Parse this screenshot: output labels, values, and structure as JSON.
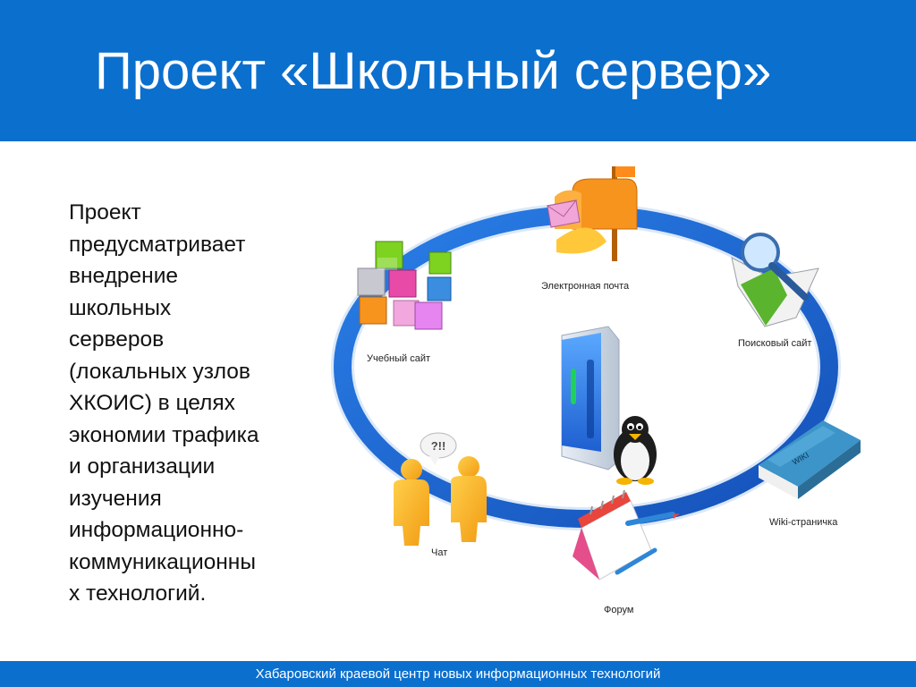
{
  "header": {
    "title": "Проект «Школьный сервер»"
  },
  "body": {
    "lines": [
      "Проект",
      "предусматривает",
      "внедрение",
      "школьных",
      "серверов",
      "(локальных узлов",
      "ХКОИС) в целях",
      "экономии трафика",
      "и организации",
      "изучения",
      "информационно-",
      "коммуникационны",
      "х технологий."
    ]
  },
  "diagram": {
    "nodes": {
      "email": {
        "label": "Электронная почта",
        "icon": "mailbox-icon"
      },
      "search": {
        "label": "Поисковый сайт",
        "icon": "magnifier-book-icon"
      },
      "wiki": {
        "label": "Wiki-страничка",
        "icon": "wiki-book-icon",
        "badge": "WIKI"
      },
      "forum": {
        "label": "Форум",
        "icon": "notepad-pencil-icon"
      },
      "chat": {
        "label": "Чат",
        "icon": "people-chat-icon",
        "bubble": "?!!"
      },
      "edu": {
        "label": "Учебный сайт",
        "icon": "cubes-icon"
      }
    },
    "center_icon": "server-penguin-icon",
    "ring_color": "#1a6ad6"
  },
  "footer": {
    "text": "Хабаровский краевой центр новых информационных технологий"
  },
  "colors": {
    "accent": "#0b6fce"
  }
}
